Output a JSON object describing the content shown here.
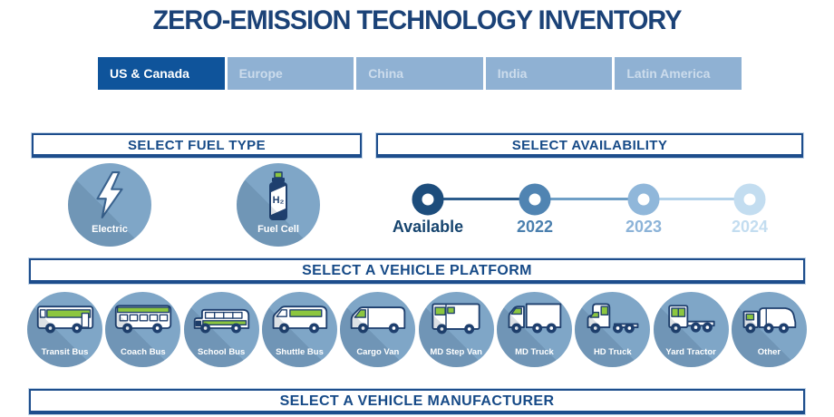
{
  "title": "ZERO-EMISSION TECHNOLOGY INVENTORY",
  "tabs": {
    "items": [
      {
        "label": "US & Canada",
        "active": true
      },
      {
        "label": "Europe",
        "active": false
      },
      {
        "label": "China",
        "active": false
      },
      {
        "label": "India",
        "active": false
      },
      {
        "label": "Latin America",
        "active": false
      }
    ]
  },
  "fuel": {
    "header": "SELECT FUEL TYPE",
    "items": [
      {
        "label": "Electric",
        "icon": "lightning-bolt-icon"
      },
      {
        "label": "Fuel Cell",
        "icon": "hydrogen-canister-icon",
        "canister_text": "H₂"
      }
    ]
  },
  "availability": {
    "header": "SELECT AVAILABILITY",
    "items": [
      {
        "label": "Available",
        "ring_color": "#1d4d7c",
        "label_color": "#17456f"
      },
      {
        "label": "2022",
        "ring_color": "#5084b2",
        "label_color": "#4a7fae"
      },
      {
        "label": "2023",
        "ring_color": "#90b7da",
        "label_color": "#8cb3d8"
      },
      {
        "label": "2024",
        "ring_color": "#c3ddf0",
        "label_color": "#c3ddf0"
      }
    ],
    "connector_colors": [
      "#2c5c8c",
      "#6f9fc6",
      "#b3d2ea"
    ]
  },
  "platform": {
    "header": "SELECT A VEHICLE PLATFORM",
    "items": [
      {
        "label": "Transit Bus",
        "icon": "transit-bus-icon"
      },
      {
        "label": "Coach Bus",
        "icon": "coach-bus-icon"
      },
      {
        "label": "School Bus",
        "icon": "school-bus-icon"
      },
      {
        "label": "Shuttle Bus",
        "icon": "shuttle-bus-icon"
      },
      {
        "label": "Cargo Van",
        "icon": "cargo-van-icon"
      },
      {
        "label": "MD Step Van",
        "icon": "md-step-van-icon"
      },
      {
        "label": "MD Truck",
        "icon": "md-truck-icon"
      },
      {
        "label": "HD Truck",
        "icon": "hd-truck-icon"
      },
      {
        "label": "Yard Tractor",
        "icon": "yard-tractor-icon"
      },
      {
        "label": "Other",
        "icon": "garbage-truck-icon"
      }
    ]
  },
  "manufacturer": {
    "header": "SELECT A VEHICLE MANUFACTURER"
  },
  "colors": {
    "title_navy": "#1b4277",
    "header_navy": "#164a87",
    "border_navy": "#1d4d8c",
    "tab_active_bg": "#0f549b",
    "tab_inactive_bg": "#8fb1d3",
    "tab_inactive_text": "#ccdcec",
    "circle_blue": "#7fa6c7",
    "icon_green": "#8cc63f",
    "icon_navy": "#1e3f6e"
  }
}
